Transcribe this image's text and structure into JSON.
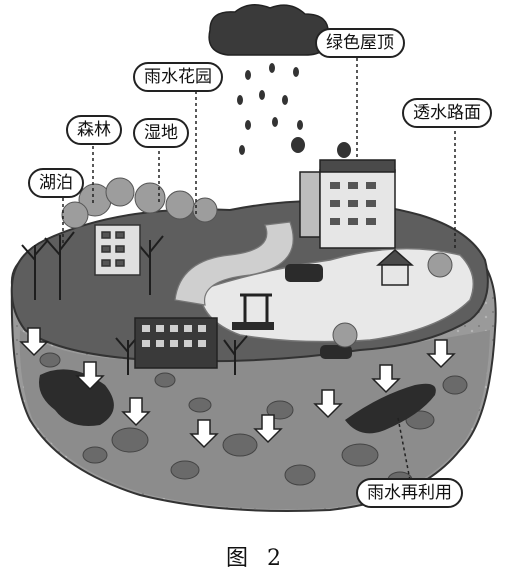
{
  "labels": {
    "lake": "湖泊",
    "forest": "森林",
    "wetland": "湿地",
    "rain_garden": "雨水花园",
    "green_roof": "绿色屋顶",
    "permeable_road": "透水路面",
    "rain_reuse": "雨水再利用"
  },
  "caption": "图 2"
}
